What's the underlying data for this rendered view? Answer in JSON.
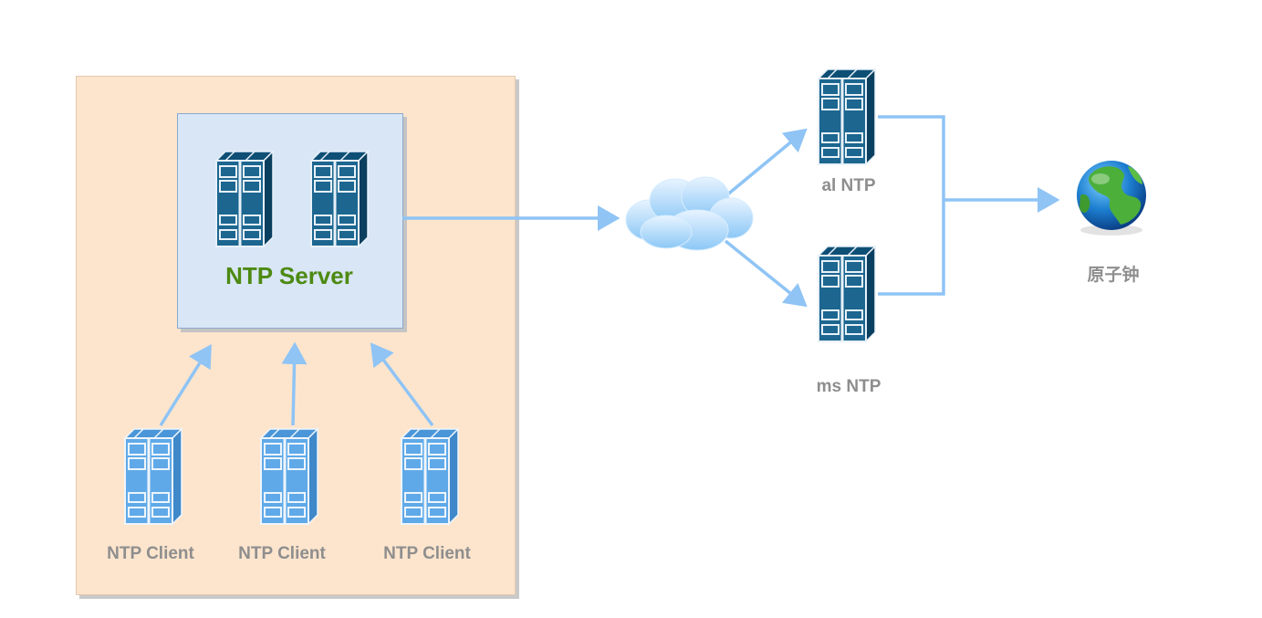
{
  "server_group": {
    "title": "NTP Server"
  },
  "clients": [
    {
      "label": "NTP Client"
    },
    {
      "label": "NTP Client"
    },
    {
      "label": "NTP Client"
    }
  ],
  "upstream_servers": [
    {
      "label": "al NTP"
    },
    {
      "label": "ms NTP"
    }
  ],
  "time_source": {
    "label": "原子钟"
  },
  "colors": {
    "local_network_fill": "#fde5cd",
    "server_box_fill": "#d9e6f6",
    "server_title": "#4d8a12",
    "label_text": "#8e8e8e",
    "arrow": "#8fc4f5",
    "server_icon_dark": "#1c6690",
    "server_icon_light": "#5fa9e8"
  },
  "icons": {
    "server": "server-rack-icon",
    "network": "cloud-icon",
    "time_source": "globe-icon"
  }
}
